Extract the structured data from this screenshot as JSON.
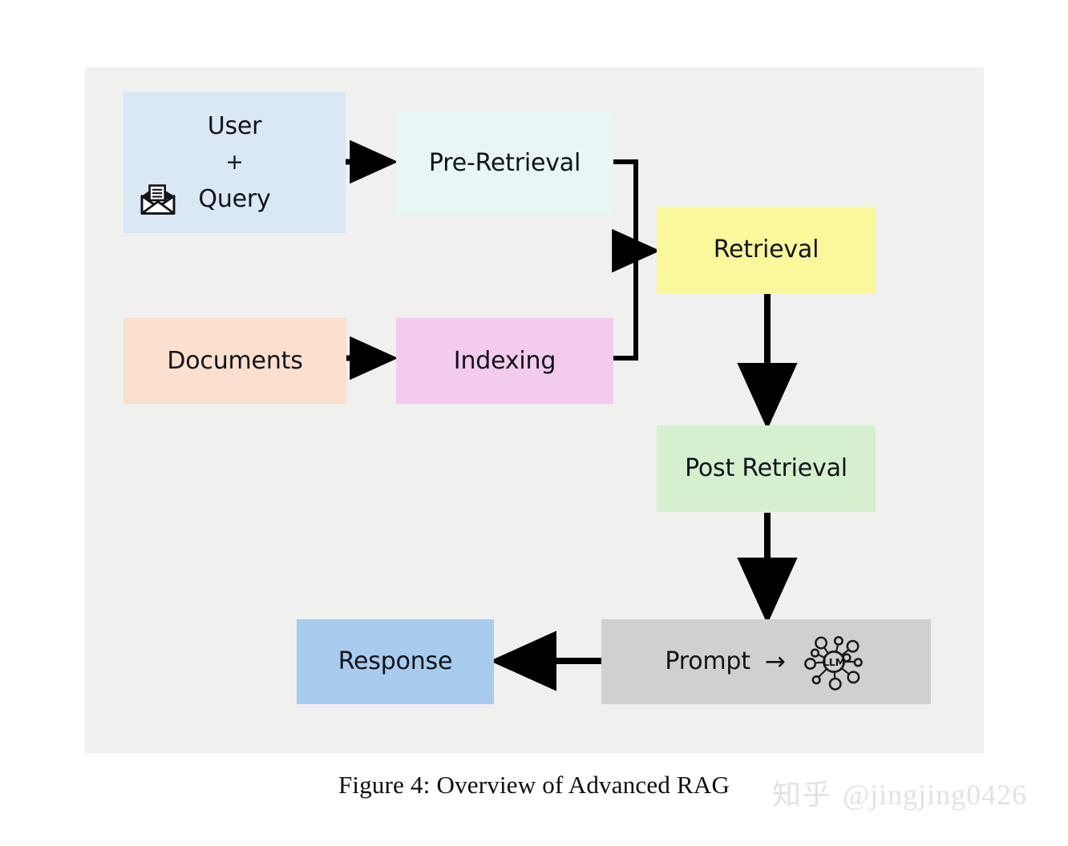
{
  "figure": {
    "caption": "Figure 4: Overview of Advanced RAG",
    "watermark_logo": "知乎",
    "watermark_handle": "@jingjing0426",
    "panel_background": "#f0f0ef",
    "page_background": "#ffffff"
  },
  "diagram": {
    "type": "flowchart",
    "title": "Overview of Advanced RAG",
    "nodes": [
      {
        "id": "user_query",
        "label": "User\n+\nQuery",
        "line1": "User",
        "line2": "+",
        "line3": "Query",
        "icon": "open-envelope-icon",
        "color": "#dae8f6"
      },
      {
        "id": "pre_retrieval",
        "label": "Pre-Retrieval",
        "color": "#e8f6f5"
      },
      {
        "id": "documents",
        "label": "Documents",
        "color": "#fbe0cd"
      },
      {
        "id": "indexing",
        "label": "Indexing",
        "color": "#f2cbee"
      },
      {
        "id": "retrieval",
        "label": "Retrieval",
        "color": "#faf89a"
      },
      {
        "id": "post_retrieval",
        "label": "Post Retrieval",
        "color": "#d4f0cf"
      },
      {
        "id": "prompt",
        "label": "Prompt",
        "arrow_glyph": "→",
        "icon": "llm-network-icon",
        "icon_label": "LLM",
        "color": "#d0d0d0"
      },
      {
        "id": "response",
        "label": "Response",
        "color": "#a8cced"
      }
    ],
    "edges": [
      {
        "from": "user_query",
        "to": "pre_retrieval",
        "style": "arrow-right"
      },
      {
        "from": "documents",
        "to": "indexing",
        "style": "arrow-right"
      },
      {
        "from": "pre_retrieval",
        "to": "retrieval",
        "style": "elbow-merge-arrow"
      },
      {
        "from": "indexing",
        "to": "retrieval",
        "style": "elbow-merge-arrow"
      },
      {
        "from": "retrieval",
        "to": "post_retrieval",
        "style": "arrow-down"
      },
      {
        "from": "post_retrieval",
        "to": "prompt",
        "style": "arrow-down"
      },
      {
        "from": "prompt",
        "to": "response",
        "style": "arrow-left"
      }
    ],
    "edge_color": "#000000"
  }
}
